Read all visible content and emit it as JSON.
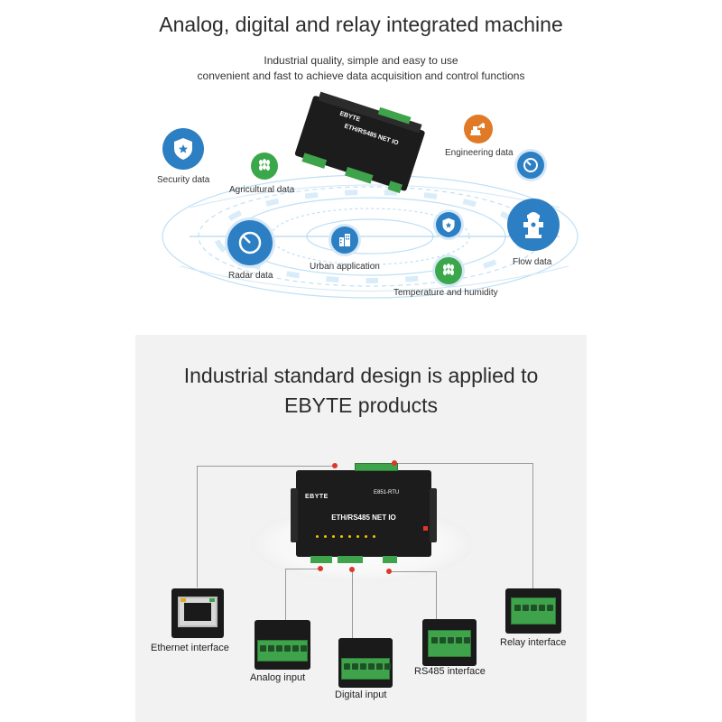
{
  "top": {
    "title": "Analog, digital and relay integrated machine",
    "subtitle_line1": "Industrial quality, simple and easy to use",
    "subtitle_line2": "convenient and fast to achieve data acquisition and control functions",
    "labels": {
      "security": "Security data",
      "agricultural": "Agricultural data",
      "engineering": "Engineering data",
      "radar": "Radar data",
      "urban": "Urban application",
      "flow": "Flow data",
      "temperature": "Temperature and humidity"
    },
    "device_label": "ETH/RS485 NET IO",
    "device_brand": "EBYTE",
    "icons": [
      "shield-star",
      "wheat",
      "excavator",
      "gauge",
      "radar",
      "city-building",
      "fire-hydrant"
    ]
  },
  "bottom": {
    "title_line1": "Industrial standard design is applied to",
    "title_line2": "EBYTE products",
    "device": {
      "brand": "EBYTE",
      "model": "E851-RTU",
      "name": "ETH/RS485 NET IO"
    },
    "interfaces": {
      "ethernet": "Ethernet interface",
      "analog": "Analog input",
      "digital": "Digital input",
      "rs485": "RS485 interface",
      "relay": "Relay interface"
    }
  },
  "colors": {
    "blue": "#2d7fc4",
    "green": "#3aa84a",
    "orange": "#e07a26",
    "marker_red": "#e0352c",
    "panel_bg": "#f2f2f2"
  }
}
